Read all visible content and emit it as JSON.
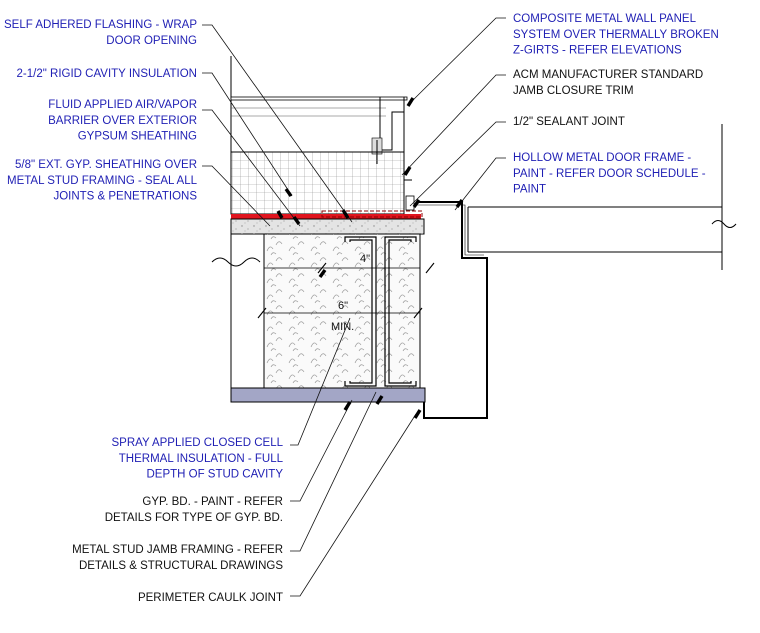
{
  "labels": {
    "left": [
      [
        "SELF ADHERED FLASHING - WRAP",
        "DOOR OPENING"
      ],
      [
        "2-1/2\" RIGID CAVITY INSULATION"
      ],
      [
        "FLUID APPLIED AIR/VAPOR",
        "BARRIER OVER EXTERIOR",
        "GYPSUM SHEATHING"
      ],
      [
        "5/8\" EXT. GYP. SHEATHING OVER",
        "METAL STUD FRAMING - SEAL ALL",
        "JOINTS & PENETRATIONS"
      ]
    ],
    "right": [
      [
        "COMPOSITE METAL WALL PANEL",
        "SYSTEM OVER THERMALLY BROKEN",
        "Z-GIRTS - REFER ELEVATIONS"
      ],
      [
        "ACM MANUFACTURER STANDARD",
        "JAMB CLOSURE TRIM"
      ],
      [
        "1/2\" SEALANT JOINT"
      ],
      [
        "HOLLOW METAL DOOR FRAME -",
        "PAINT - REFER DOOR SCHEDULE -",
        "PAINT"
      ]
    ],
    "bottom": [
      [
        "SPRAY APPLIED CLOSED CELL",
        "THERMAL INSULATION - FULL",
        "DEPTH OF STUD CAVITY"
      ],
      [
        "GYP. BD. - PAINT  -  REFER",
        "DETAILS FOR TYPE OF GYP. BD."
      ],
      [
        "METAL STUD JAMB FRAMING - REFER",
        "DETAILS & STRUCTURAL DRAWINGS"
      ],
      [
        "PERIMETER CAULK JOINT"
      ]
    ]
  },
  "dimensions": {
    "stud_depth": "4\"",
    "cavity_depth_line1": "6\"",
    "cavity_depth_line2": "MIN."
  },
  "colors": {
    "blue_text": "#1f1fb4",
    "black_text": "#111111",
    "air_barrier": "#e0141e",
    "gyp_board": "#a3a6c6"
  }
}
